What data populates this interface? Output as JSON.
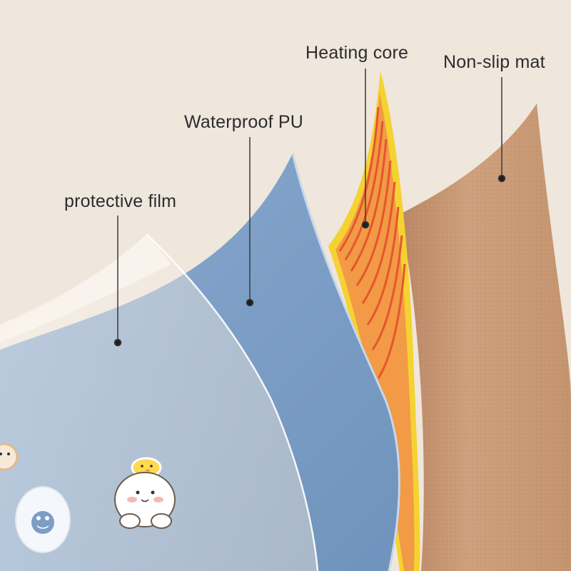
{
  "diagram": {
    "layers": [
      {
        "id": "protective-film",
        "label": "protective film",
        "color": "#f7f1ea"
      },
      {
        "id": "waterproof-pu",
        "label": "Waterproof PU",
        "color": "#7fa1c7"
      },
      {
        "id": "heating-core",
        "label": "Heating core",
        "color": "#f2cf2c",
        "wire_color": "#e8643a"
      },
      {
        "id": "non-slip-mat",
        "label": "Non-slip mat",
        "color": "#c99a76"
      }
    ],
    "background": "#efe6dc",
    "callout_color": "#3a3a3a",
    "decorations": [
      "cat-sticker-icon",
      "chick-sticker-icon",
      "bunny-sticker-icon",
      "frog-sticker-icon"
    ]
  }
}
